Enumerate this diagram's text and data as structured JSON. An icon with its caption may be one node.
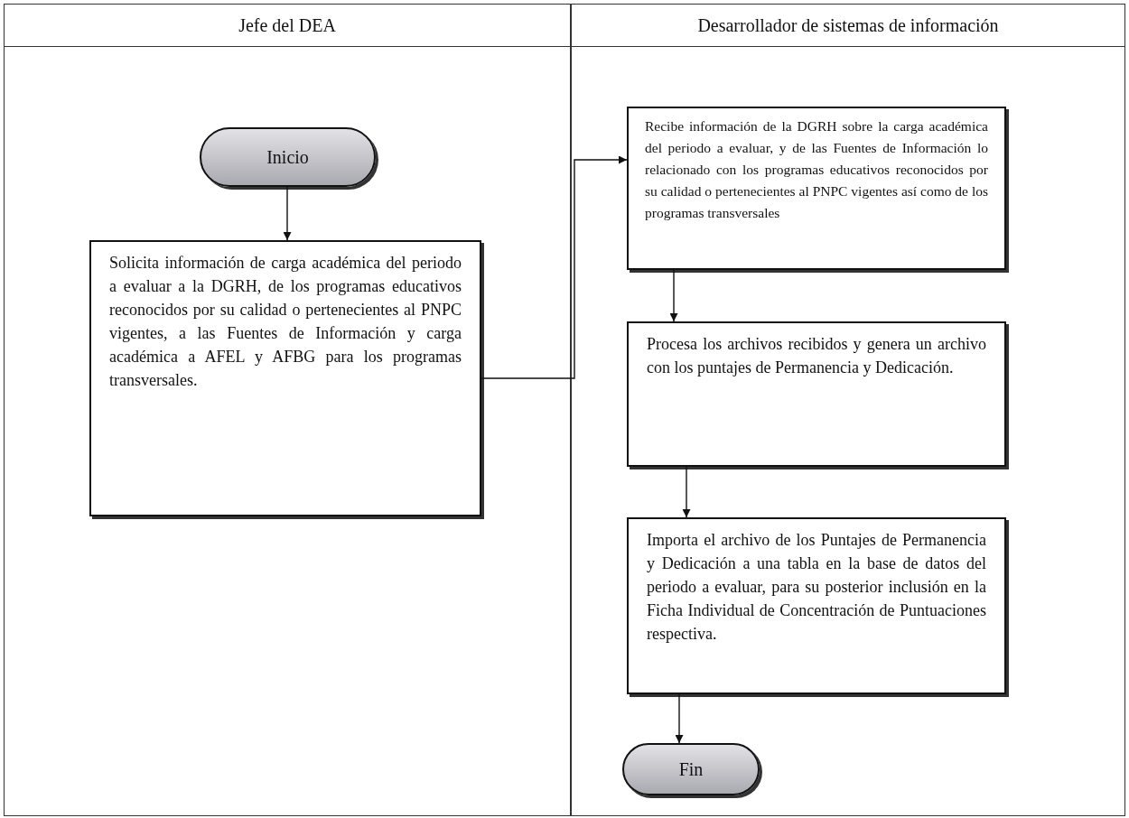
{
  "diagram": {
    "nodes": [
      {
        "text": [
          "Jefe del DEA"
        ]
      },
      {
        "text": [
          "Inicio"
        ],
        "in": 0
      },
      {
        "text": [
          "Solicita información de carga académica del periodo a evaluar a la DGRH, de los programas educativos reconocidos por su calidad o pertenecientes al PNPC vigentes, a las Fuentes de Información y carga académica a AFEL y AFBG para los programas transversales."
        ],
        "in": 0
      },
      {
        "text": [
          "Desarrollador de sistemas de información"
        ]
      },
      {
        "text": [
          "Recibe información de la DGRH sobre la carga académica del periodo a evaluar, y de las Fuentes de Información lo relacionado con los programas educativos reconocidos por su calidad o pertenecientes al PNPC vigentes así como de los programas transversales"
        ],
        "in": 3
      },
      {
        "text": [
          "Procesa los archivos recibidos y genera un archivo con los puntajes de Permanencia y Dedicación."
        ],
        "in": 3
      },
      {
        "text": [
          "Importa el archivo de los Puntajes de Permanencia y Dedicación a una tabla en la base de datos del periodo a evaluar, para su posterior inclusión en la Ficha Individual de Concentración de Puntuaciones respectiva."
        ],
        "in": 3
      },
      {
        "text": [
          "Fin"
        ],
        "in": 3
      }
    ],
    "edges": [
      {
        "from": 1,
        "to": 2,
        "arrow": "to"
      },
      {
        "from": 2,
        "to": 4,
        "arrow": "to"
      },
      {
        "from": 4,
        "to": 5,
        "arrow": "to"
      },
      {
        "from": 5,
        "to": 6,
        "arrow": "to"
      },
      {
        "from": 6,
        "to": 7,
        "arrow": "to"
      }
    ]
  }
}
